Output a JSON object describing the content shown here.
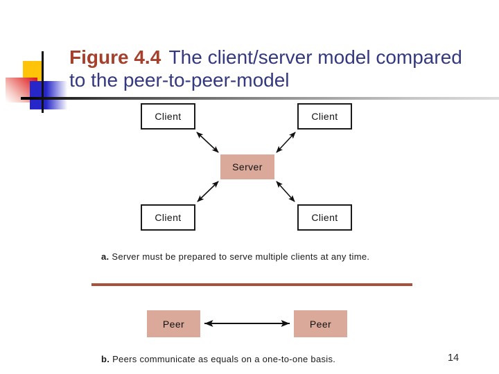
{
  "title": {
    "figure_label": "Figure 4.4",
    "text": "The client/server model compared to the peer-to-peer-model"
  },
  "diagram_a": {
    "boxes": {
      "top_left": "Client",
      "top_right": "Client",
      "center": "Server",
      "bottom_left": "Client",
      "bottom_right": "Client"
    },
    "caption_label": "a.",
    "caption": "Server must be prepared to serve multiple clients at any time."
  },
  "diagram_b": {
    "peer_left": "Peer",
    "peer_right": "Peer",
    "caption_label": "b.",
    "caption": "Peers communicate as equals on a one-to-one basis."
  },
  "page_number": "14",
  "colors": {
    "figure_label_red": "#A5402C",
    "title_blue": "#34387E",
    "box_fill_salmon": "#DAA99A",
    "divider_brown": "#A8523C",
    "decoration_yellow": "#FFC40A",
    "decoration_blue": "#2626C9",
    "decoration_red": "#DE1D1D",
    "arrow_black": "#111111"
  }
}
